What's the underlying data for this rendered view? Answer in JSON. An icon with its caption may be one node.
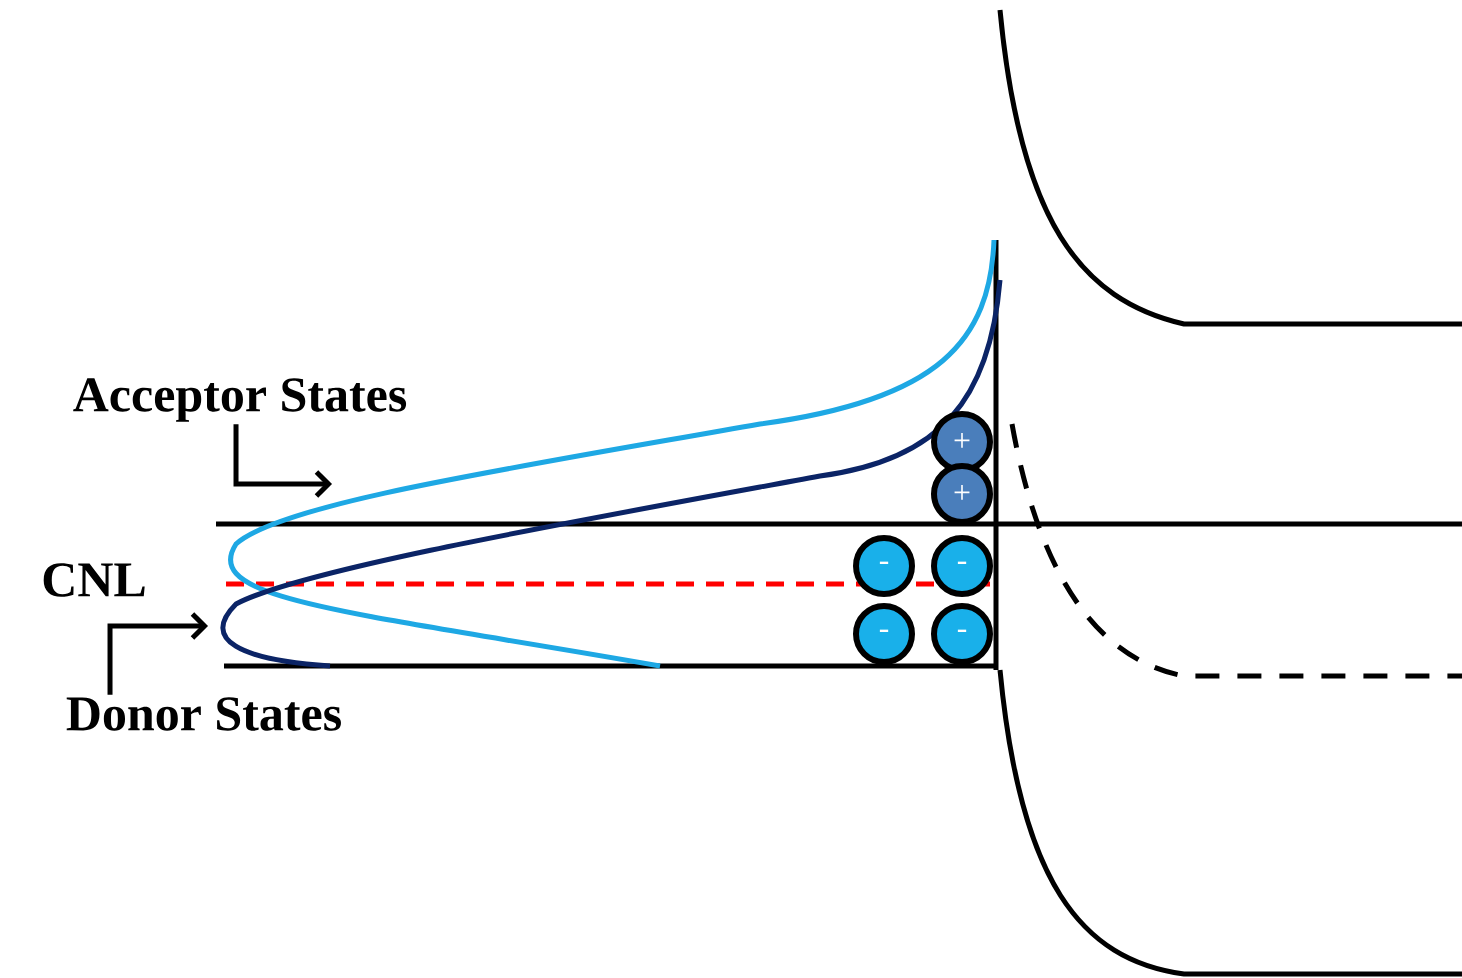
{
  "diagram": {
    "nodes": [
      {
        "text": [
          "Acceptor States"
        ]
      },
      {
        "text": [
          "CNL"
        ]
      },
      {
        "text": [
          "Donor States"
        ]
      },
      {
        "text": [
          "+"
        ]
      },
      {
        "text": [
          "+"
        ]
      },
      {
        "text": [
          "-"
        ]
      },
      {
        "text": [
          "-"
        ]
      },
      {
        "text": [
          "-"
        ]
      },
      {
        "text": [
          "-"
        ]
      }
    ],
    "edges": [
      {
        "from": 0,
        "to": null,
        "arrow": "to"
      },
      {
        "from": 2,
        "to": null,
        "arrow": "to"
      }
    ]
  }
}
